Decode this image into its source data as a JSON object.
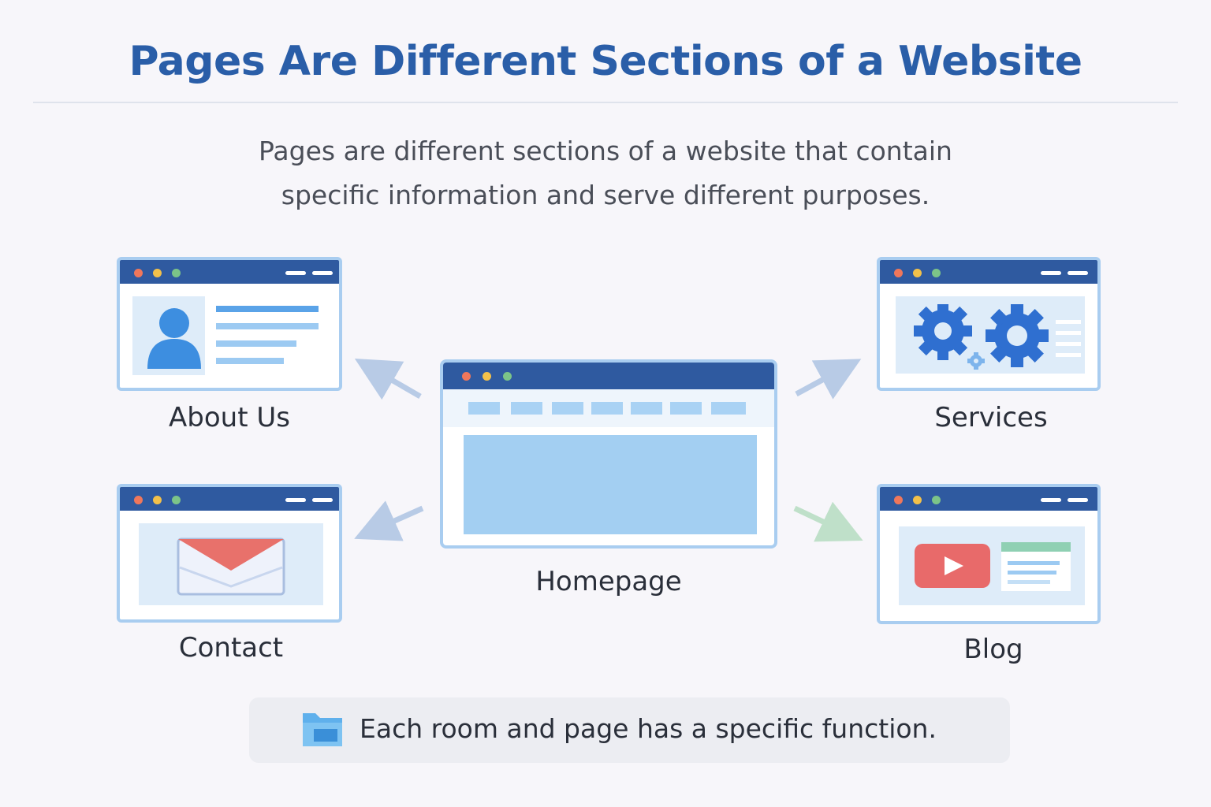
{
  "title": "Pages Are Different Sections of a Website",
  "subtitle_line1": "Pages are different sections of a website that contain",
  "subtitle_line2": "specific information and serve different purposes.",
  "pages": {
    "homepage": {
      "label": "Homepage",
      "icon": "homepage-window-icon"
    },
    "about": {
      "label": "About Us",
      "icon": "user-profile-icon"
    },
    "services": {
      "label": "Services",
      "icon": "gears-icon"
    },
    "contact": {
      "label": "Contact",
      "icon": "envelope-icon"
    },
    "blog": {
      "label": "Blog",
      "icon": "video-play-icon"
    }
  },
  "note": {
    "text": "Each room and page has a specific function.",
    "icon": "folder-icon"
  },
  "colors": {
    "title": "#2a5ea8",
    "window_bar": "#2f5aa0",
    "window_border": "#a9cdf0",
    "panel": "#deecf9",
    "accent_blue": "#3a7bd5",
    "envelope_red": "#e8716b",
    "play_red": "#e86a6a",
    "arrow_blue": "#b8cbe6",
    "arrow_green": "#bfe0c9"
  }
}
